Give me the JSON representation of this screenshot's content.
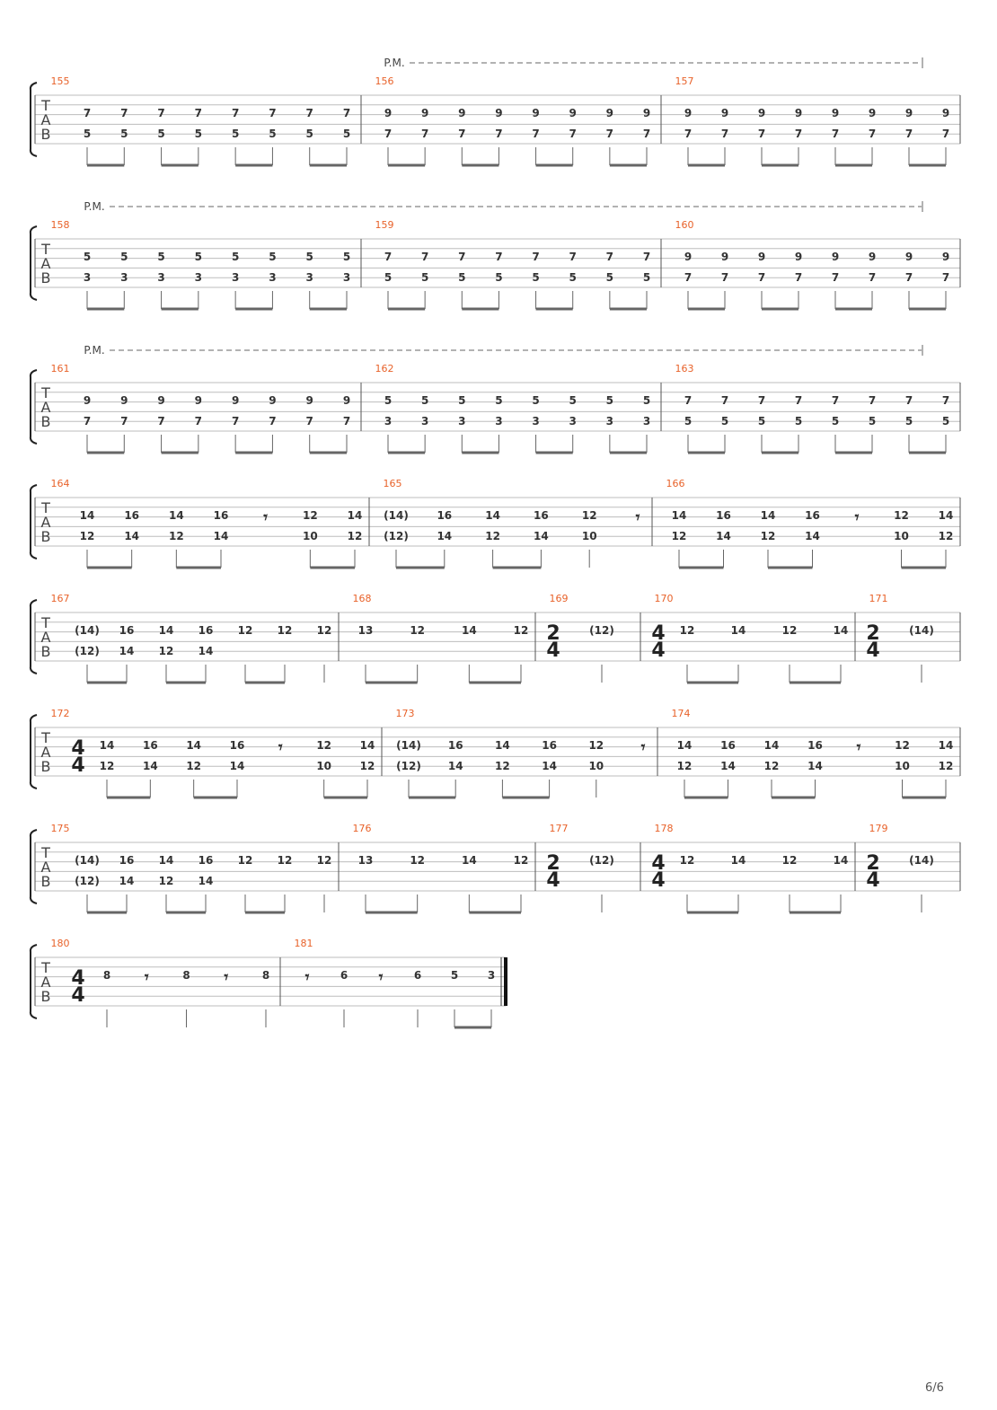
{
  "page_number": "6/6",
  "tab_clef": [
    "T",
    "A",
    "B"
  ],
  "palm_mute_label": "P.M.",
  "systems": [
    {
      "pm": true,
      "measures": [
        {
          "num": "155",
          "time_sig": null,
          "events": [
            {
              "top": "7",
              "bot": "5"
            },
            {
              "top": "7",
              "bot": "5"
            },
            {
              "top": "7",
              "bot": "5"
            },
            {
              "top": "7",
              "bot": "5"
            },
            {
              "top": "7",
              "bot": "5"
            },
            {
              "top": "7",
              "bot": "5"
            },
            {
              "top": "7",
              "bot": "5"
            },
            {
              "top": "7",
              "bot": "5"
            }
          ]
        },
        {
          "num": "156",
          "time_sig": null,
          "events": [
            {
              "top": "9",
              "bot": "7"
            },
            {
              "top": "9",
              "bot": "7"
            },
            {
              "top": "9",
              "bot": "7"
            },
            {
              "top": "9",
              "bot": "7"
            },
            {
              "top": "9",
              "bot": "7"
            },
            {
              "top": "9",
              "bot": "7"
            },
            {
              "top": "9",
              "bot": "7"
            },
            {
              "top": "9",
              "bot": "7"
            }
          ]
        },
        {
          "num": "157",
          "time_sig": null,
          "events": [
            {
              "top": "9",
              "bot": "7"
            },
            {
              "top": "9",
              "bot": "7"
            },
            {
              "top": "9",
              "bot": "7"
            },
            {
              "top": "9",
              "bot": "7"
            },
            {
              "top": "9",
              "bot": "7"
            },
            {
              "top": "9",
              "bot": "7"
            },
            {
              "top": "9",
              "bot": "7"
            },
            {
              "top": "9",
              "bot": "7"
            }
          ]
        }
      ]
    },
    {
      "pm": true,
      "measures": [
        {
          "num": "158",
          "time_sig": null,
          "events": [
            {
              "top": "5",
              "bot": "3"
            },
            {
              "top": "5",
              "bot": "3"
            },
            {
              "top": "5",
              "bot": "3"
            },
            {
              "top": "5",
              "bot": "3"
            },
            {
              "top": "5",
              "bot": "3"
            },
            {
              "top": "5",
              "bot": "3"
            },
            {
              "top": "5",
              "bot": "3"
            },
            {
              "top": "5",
              "bot": "3"
            }
          ]
        },
        {
          "num": "159",
          "time_sig": null,
          "events": [
            {
              "top": "7",
              "bot": "5"
            },
            {
              "top": "7",
              "bot": "5"
            },
            {
              "top": "7",
              "bot": "5"
            },
            {
              "top": "7",
              "bot": "5"
            },
            {
              "top": "7",
              "bot": "5"
            },
            {
              "top": "7",
              "bot": "5"
            },
            {
              "top": "7",
              "bot": "5"
            },
            {
              "top": "7",
              "bot": "5"
            }
          ]
        },
        {
          "num": "160",
          "time_sig": null,
          "events": [
            {
              "top": "9",
              "bot": "7"
            },
            {
              "top": "9",
              "bot": "7"
            },
            {
              "top": "9",
              "bot": "7"
            },
            {
              "top": "9",
              "bot": "7"
            },
            {
              "top": "9",
              "bot": "7"
            },
            {
              "top": "9",
              "bot": "7"
            },
            {
              "top": "9",
              "bot": "7"
            },
            {
              "top": "9",
              "bot": "7"
            }
          ]
        }
      ]
    },
    {
      "pm": true,
      "measures": [
        {
          "num": "161",
          "time_sig": null,
          "events": [
            {
              "top": "9",
              "bot": "7"
            },
            {
              "top": "9",
              "bot": "7"
            },
            {
              "top": "9",
              "bot": "7"
            },
            {
              "top": "9",
              "bot": "7"
            },
            {
              "top": "9",
              "bot": "7"
            },
            {
              "top": "9",
              "bot": "7"
            },
            {
              "top": "9",
              "bot": "7"
            },
            {
              "top": "9",
              "bot": "7"
            }
          ]
        },
        {
          "num": "162",
          "time_sig": null,
          "events": [
            {
              "top": "5",
              "bot": "3"
            },
            {
              "top": "5",
              "bot": "3"
            },
            {
              "top": "5",
              "bot": "3"
            },
            {
              "top": "5",
              "bot": "3"
            },
            {
              "top": "5",
              "bot": "3"
            },
            {
              "top": "5",
              "bot": "3"
            },
            {
              "top": "5",
              "bot": "3"
            },
            {
              "top": "5",
              "bot": "3"
            }
          ]
        },
        {
          "num": "163",
          "time_sig": null,
          "events": [
            {
              "top": "7",
              "bot": "5"
            },
            {
              "top": "7",
              "bot": "5"
            },
            {
              "top": "7",
              "bot": "5"
            },
            {
              "top": "7",
              "bot": "5"
            },
            {
              "top": "7",
              "bot": "5"
            },
            {
              "top": "7",
              "bot": "5"
            },
            {
              "top": "7",
              "bot": "5"
            },
            {
              "top": "7",
              "bot": "5"
            }
          ]
        }
      ]
    },
    {
      "pm": false,
      "measures": [
        {
          "num": "164",
          "time_sig": null,
          "events": [
            {
              "top": "14",
              "bot": "12"
            },
            {
              "top": "16",
              "bot": "14"
            },
            {
              "top": "14",
              "bot": "12"
            },
            {
              "top": "16",
              "bot": "14"
            },
            {
              "rest": true
            },
            {
              "top": "12",
              "bot": "10"
            },
            {
              "top": "14",
              "bot": "12"
            }
          ]
        },
        {
          "num": "165",
          "time_sig": null,
          "events": [
            {
              "top": "(14)",
              "bot": "(12)"
            },
            {
              "top": "16",
              "bot": "14"
            },
            {
              "top": "14",
              "bot": "12"
            },
            {
              "top": "16",
              "bot": "14"
            },
            {
              "top": "12",
              "bot": "10"
            },
            {
              "rest": true
            }
          ]
        },
        {
          "num": "166",
          "time_sig": null,
          "events": [
            {
              "top": "14",
              "bot": "12"
            },
            {
              "top": "16",
              "bot": "14"
            },
            {
              "top": "14",
              "bot": "12"
            },
            {
              "top": "16",
              "bot": "14"
            },
            {
              "rest": true
            },
            {
              "top": "12",
              "bot": "10"
            },
            {
              "top": "14",
              "bot": "12"
            }
          ]
        }
      ]
    },
    {
      "pm": false,
      "measures": [
        {
          "num": "167",
          "time_sig": null,
          "events": [
            {
              "top": "(14)",
              "bot": "(12)"
            },
            {
              "top": "16",
              "bot": "14"
            },
            {
              "top": "14",
              "bot": "12"
            },
            {
              "top": "16",
              "bot": "14"
            },
            {
              "single": "12"
            },
            {
              "single": "12"
            },
            {
              "single": "12"
            }
          ]
        },
        {
          "num": "168",
          "time_sig": null,
          "events": [
            {
              "single": "13"
            },
            {
              "single": "12"
            },
            {
              "single": "14"
            },
            {
              "single": "12"
            }
          ]
        },
        {
          "num": "169",
          "time_sig": [
            "2",
            "4"
          ],
          "events": [
            {
              "single": "(12)"
            }
          ]
        },
        {
          "num": "170",
          "time_sig": [
            "4",
            "4"
          ],
          "events": [
            {
              "single": "12"
            },
            {
              "single": "14"
            },
            {
              "single": "12"
            },
            {
              "single": "14"
            }
          ]
        },
        {
          "num": "171",
          "time_sig": [
            "2",
            "4"
          ],
          "events": [
            {
              "single": "(14)"
            }
          ]
        }
      ]
    },
    {
      "pm": false,
      "measures": [
        {
          "num": "172",
          "time_sig": [
            "4",
            "4"
          ],
          "events": [
            {
              "top": "14",
              "bot": "12"
            },
            {
              "top": "16",
              "bot": "14"
            },
            {
              "top": "14",
              "bot": "12"
            },
            {
              "top": "16",
              "bot": "14"
            },
            {
              "rest": true
            },
            {
              "top": "12",
              "bot": "10"
            },
            {
              "top": "14",
              "bot": "12"
            }
          ]
        },
        {
          "num": "173",
          "time_sig": null,
          "events": [
            {
              "top": "(14)",
              "bot": "(12)"
            },
            {
              "top": "16",
              "bot": "14"
            },
            {
              "top": "14",
              "bot": "12"
            },
            {
              "top": "16",
              "bot": "14"
            },
            {
              "top": "12",
              "bot": "10"
            },
            {
              "rest": true
            }
          ]
        },
        {
          "num": "174",
          "time_sig": null,
          "events": [
            {
              "top": "14",
              "bot": "12"
            },
            {
              "top": "16",
              "bot": "14"
            },
            {
              "top": "14",
              "bot": "12"
            },
            {
              "top": "16",
              "bot": "14"
            },
            {
              "rest": true
            },
            {
              "top": "12",
              "bot": "10"
            },
            {
              "top": "14",
              "bot": "12"
            }
          ]
        }
      ]
    },
    {
      "pm": false,
      "measures": [
        {
          "num": "175",
          "time_sig": null,
          "events": [
            {
              "top": "(14)",
              "bot": "(12)"
            },
            {
              "top": "16",
              "bot": "14"
            },
            {
              "top": "14",
              "bot": "12"
            },
            {
              "top": "16",
              "bot": "14"
            },
            {
              "single": "12"
            },
            {
              "single": "12"
            },
            {
              "single": "12"
            }
          ]
        },
        {
          "num": "176",
          "time_sig": null,
          "events": [
            {
              "single": "13"
            },
            {
              "single": "12"
            },
            {
              "single": "14"
            },
            {
              "single": "12"
            }
          ]
        },
        {
          "num": "177",
          "time_sig": [
            "2",
            "4"
          ],
          "events": [
            {
              "single": "(12)"
            }
          ]
        },
        {
          "num": "178",
          "time_sig": [
            "4",
            "4"
          ],
          "events": [
            {
              "single": "12"
            },
            {
              "single": "14"
            },
            {
              "single": "12"
            },
            {
              "single": "14"
            }
          ]
        },
        {
          "num": "179",
          "time_sig": [
            "2",
            "4"
          ],
          "events": [
            {
              "single": "(14)"
            }
          ]
        }
      ]
    },
    {
      "pm": false,
      "measures": [
        {
          "num": "180",
          "time_sig": [
            "4",
            "4"
          ],
          "events": [
            {
              "single": "8"
            },
            {
              "rest": true
            },
            {
              "single": "8"
            },
            {
              "rest": true
            },
            {
              "single": "8"
            }
          ]
        },
        {
          "num": "181",
          "time_sig": null,
          "events": [
            {
              "rest": true
            },
            {
              "single": "6"
            },
            {
              "rest": true
            },
            {
              "single": "6"
            },
            {
              "single": "5"
            },
            {
              "single": "3"
            }
          ]
        }
      ]
    }
  ]
}
